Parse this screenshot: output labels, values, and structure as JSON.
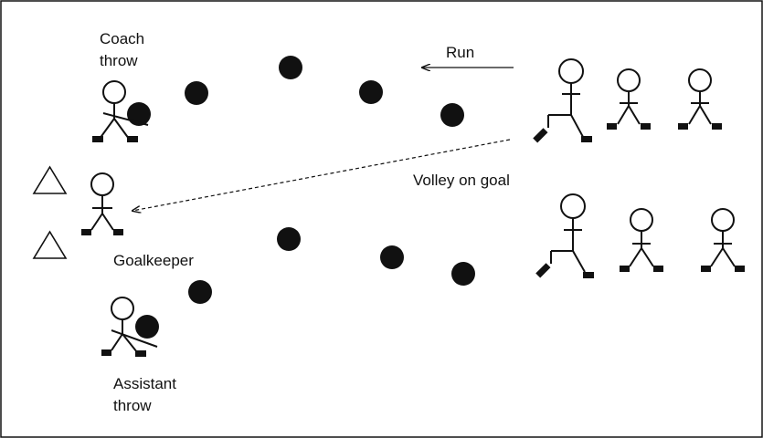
{
  "labels": {
    "coach_line1": "Coach",
    "coach_line2": "throw",
    "run": "Run",
    "volley": "Volley on goal",
    "goalkeeper": "Goalkeeper",
    "assistant_line1": "Assistant",
    "assistant_line2": "throw"
  },
  "colors": {
    "ink": "#111111",
    "background": "#ffffff"
  },
  "icons": [
    "cone-icon",
    "ball-icon",
    "player-icon",
    "arrow-icon"
  ]
}
